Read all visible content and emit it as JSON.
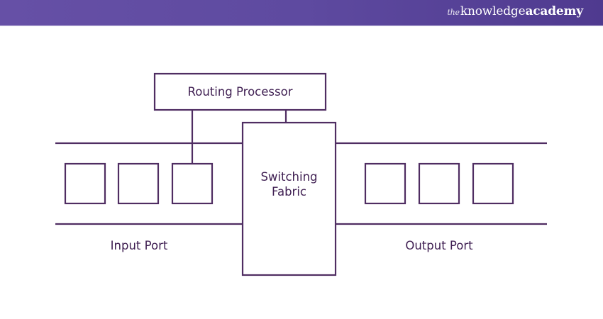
{
  "header": {
    "logo": {
      "prefix": "the",
      "knowledge": "knowledge",
      "academy": "academy"
    },
    "background_color": "#5e4aa0"
  },
  "diagram": {
    "stroke_color": "#4f2d62",
    "text_color": "#3f1f52",
    "routing_processor": {
      "label": "Routing Processor"
    },
    "switching_fabric": {
      "line1": "Switching",
      "line2": "Fabric"
    },
    "input_port": {
      "label": "Input Port",
      "buffer_count": 3
    },
    "output_port": {
      "label": "Output Port",
      "buffer_count": 3
    }
  }
}
